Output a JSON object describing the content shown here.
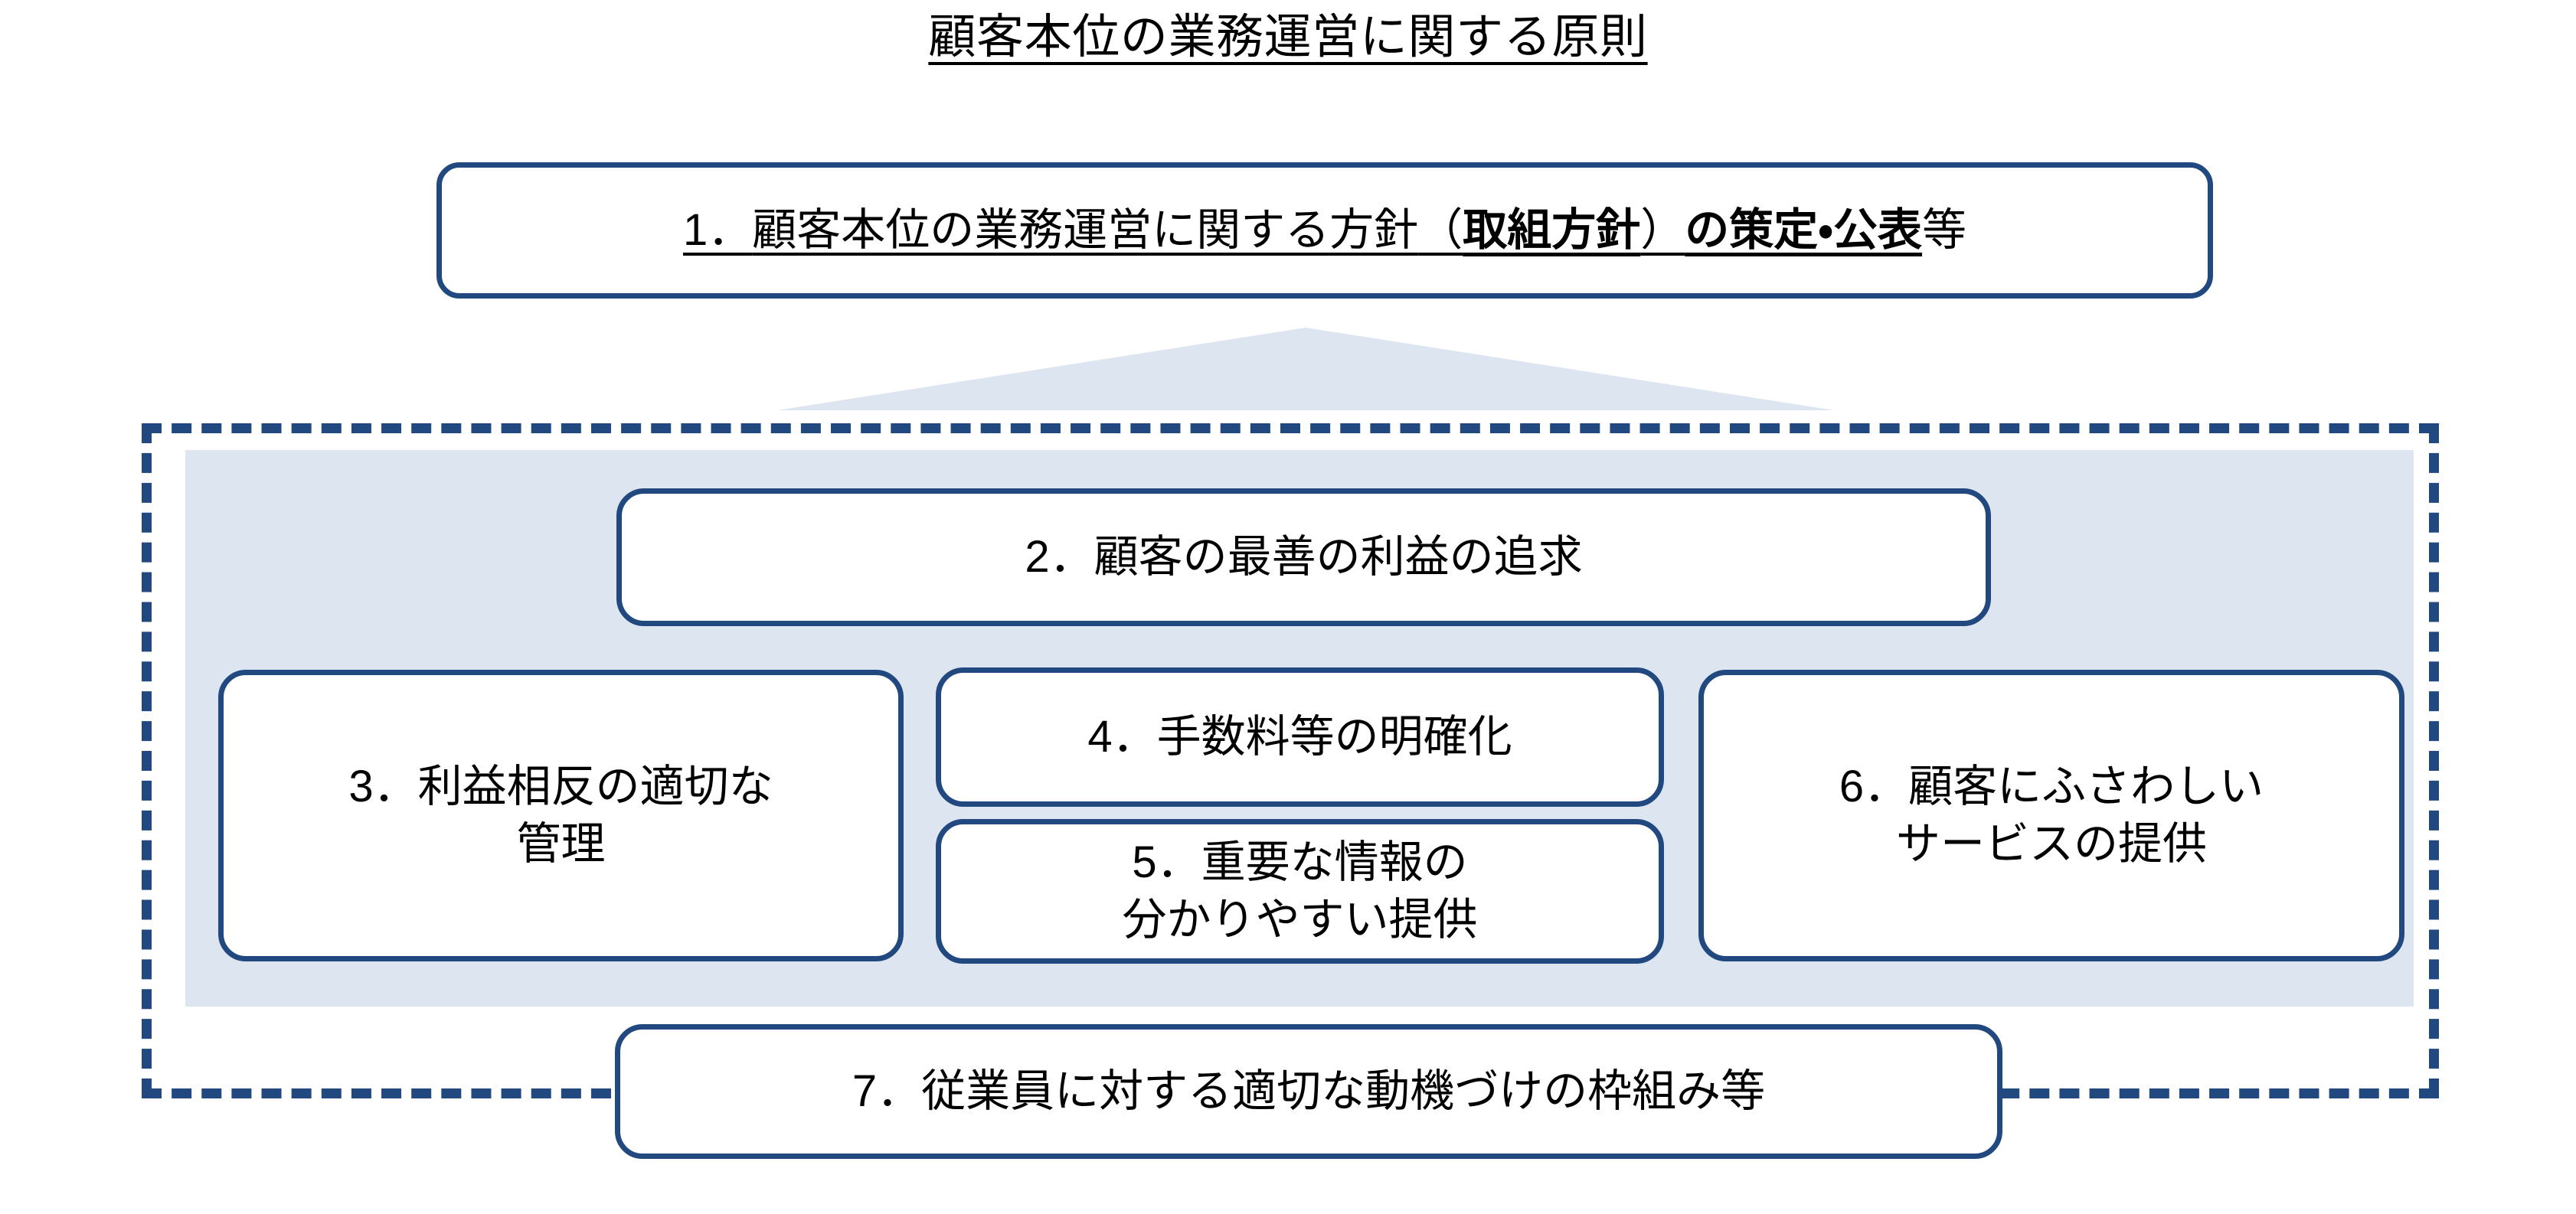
{
  "title": {
    "text": "顧客本位の業務運営に関する原則",
    "underlined": true
  },
  "colors": {
    "box_border": "#21497f",
    "dashed_frame": "#21497f",
    "panel_fill": "#dde5f1",
    "arrow_fill": "#dde5f1",
    "box_fill": "#ffffff",
    "text": "#000000"
  },
  "arrow": {
    "name": "up-arrow",
    "direction": "up"
  },
  "boxes": {
    "box1": {
      "number": "1．",
      "segment_plain_1": "顧客本位の業務運営に関する方針",
      "paren_open": "（",
      "segment_bold_1": "取組方針",
      "paren_close": "）",
      "segment_bold_2": "の策定・公表",
      "segment_tail": "等",
      "full_text": "1．顧客本位の業務運営に関する方針（取組方針）の策定・公表等"
    },
    "box2": {
      "text": "2．顧客の最善の利益の追求"
    },
    "box3": {
      "text": "3．利益相反の適切な\n管理"
    },
    "box4": {
      "text": "4．手数料等の明確化"
    },
    "box5": {
      "text": "5．重要な情報の\n分かりやすい提供"
    },
    "box6": {
      "text": "6．顧客にふさわしい\nサービスの提供"
    },
    "box7": {
      "text": "7．従業員に対する適切な動機づけの枠組み等"
    }
  }
}
